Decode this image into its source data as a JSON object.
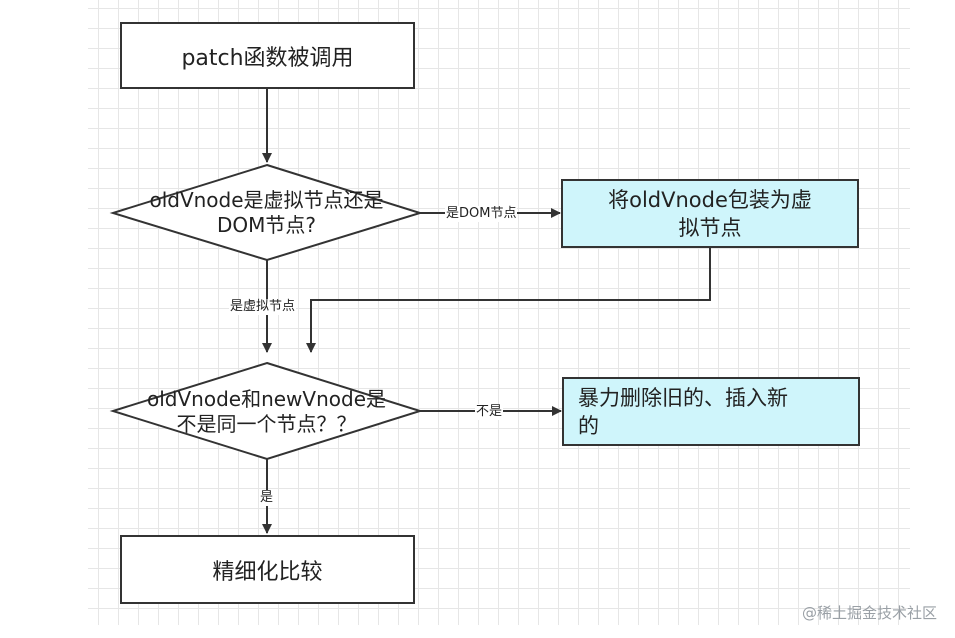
{
  "nodes": {
    "start": "patch函数被调用",
    "decision1_line1": "oldVnode是虚拟节点还是",
    "decision1_line2": "DOM节点?",
    "wrap_line1": "将oldVnode包装为虚",
    "wrap_line2": "拟节点",
    "decision2_line1": "oldVnode和newVnode是",
    "decision2_line2": "不是同一个节点？？",
    "replace_line1": "暴力删除旧的、插入新",
    "replace_line2": "的",
    "diff": "精细化比较"
  },
  "edges": {
    "is_dom": "是DOM节点",
    "is_vnode": "是虚拟节点",
    "not_same": "不是",
    "same": "是"
  },
  "watermark": "@稀土掘金技术社区",
  "colors": {
    "cyan_fill": "#cff5fb",
    "stroke": "#333333",
    "grid": "#e6e6e6"
  }
}
